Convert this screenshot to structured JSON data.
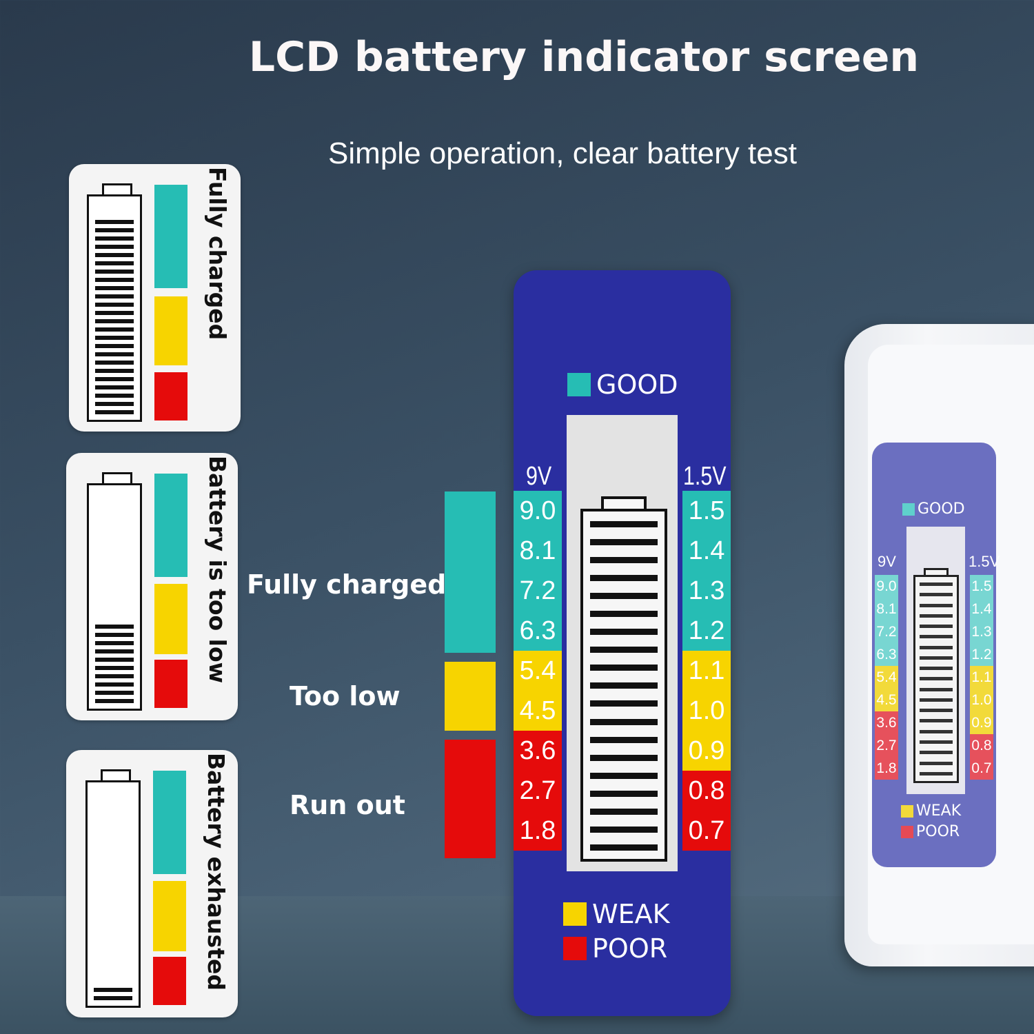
{
  "title": "LCD battery indicator screen",
  "subtitle": "Simple operation, clear battery test",
  "colors": {
    "good": "#26bdb4",
    "weak": "#f7d400",
    "poor": "#e50b0b",
    "device": "#2a2ea0"
  },
  "cards": [
    {
      "label": "Fully charged",
      "level": 1.0
    },
    {
      "label": "Battery is too low",
      "level": 0.4
    },
    {
      "label": "Battery exhausted",
      "level": 0.08
    }
  ],
  "legend": {
    "good": "Fully charged",
    "weak": "Too low",
    "poor": "Run out"
  },
  "device": {
    "good_label": "GOOD",
    "weak_label": "WEAK",
    "poor_label": "POOR",
    "col_9v": "9V",
    "col_15v": "1.5V",
    "values_9v": [
      "9.0",
      "8.1",
      "7.2",
      "6.3",
      "5.4",
      "4.5",
      "3.6",
      "2.7",
      "1.8"
    ],
    "values_15v": [
      "1.5",
      "1.4",
      "1.3",
      "1.2",
      "1.1",
      "1.0",
      "0.9",
      "0.8",
      "0.7"
    ]
  }
}
